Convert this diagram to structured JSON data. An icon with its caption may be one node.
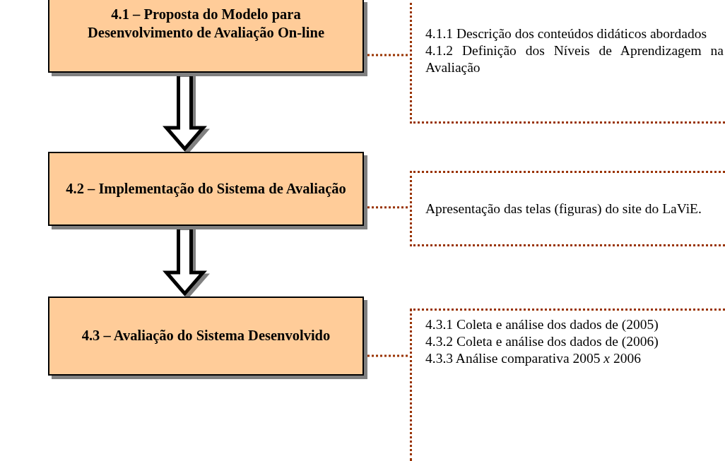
{
  "diagram": {
    "nodes": [
      {
        "text": [
          "4.1 – Proposta do Modelo para Desenvolvimento de Avaliação On-line"
        ]
      },
      {
        "text": [
          "4.1.1 Descrição dos conteúdos didáticos abordados",
          "4.1.2 Definição dos Níveis de Aprendizagem na Avaliação"
        ]
      },
      {
        "text": [
          "4.2 – Implementação do Sistema de Avaliação"
        ]
      },
      {
        "text": [
          "Apresentação das telas (figuras) do site do LaViE."
        ]
      },
      {
        "text": [
          "4.3 – Avaliação do Sistema Desenvolvido"
        ]
      },
      {
        "text": [
          "4.3.1 Coleta e análise dos dados de (2005)",
          "4.3.2 Coleta e análise dos dados de (2006)",
          "4.3.3 Análise comparativa 2005 *x* 2006"
        ]
      }
    ],
    "edges": [
      {
        "from": 0,
        "to": 2,
        "arrow": "to",
        "style": "thick"
      },
      {
        "from": 2,
        "to": 4,
        "arrow": "to",
        "style": "thick"
      },
      {
        "from": 0,
        "to": 1,
        "arrow": "none",
        "style": "dashed",
        "color": "#993300"
      },
      {
        "from": 2,
        "to": 3,
        "arrow": "none",
        "style": "dashed",
        "color": "#993300"
      },
      {
        "from": 4,
        "to": 5,
        "arrow": "none",
        "style": "dashed",
        "color": "#993300"
      }
    ]
  }
}
